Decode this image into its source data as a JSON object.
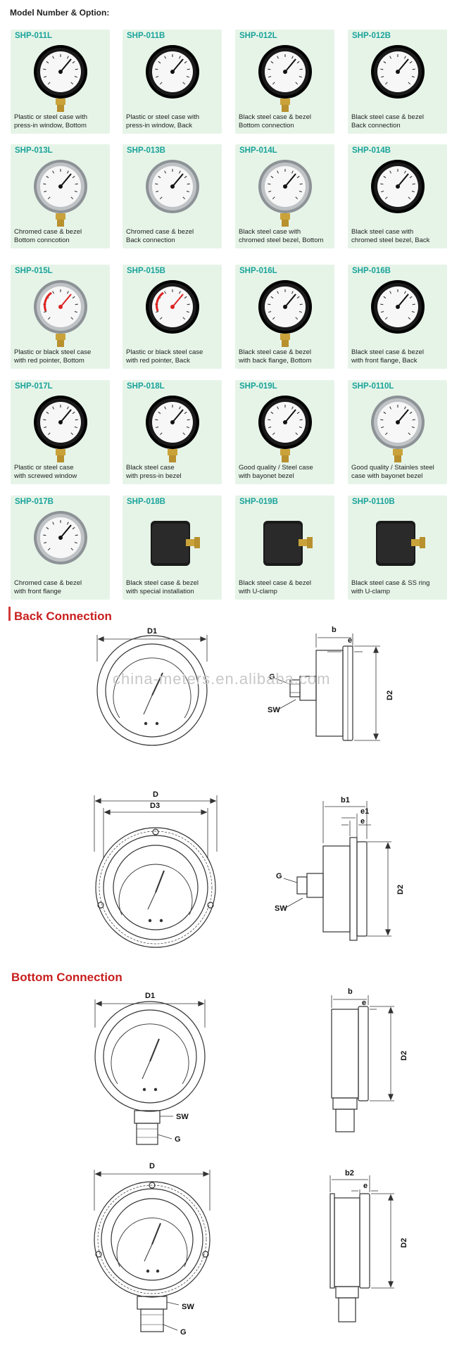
{
  "title": "Model Number & Option:",
  "products": [
    {
      "code": "SHP-011L",
      "line1": "Plastic or steel case with",
      "line2": "press-in window, Bottom",
      "case": "black",
      "mount": "bottom"
    },
    {
      "code": "SHP-011B",
      "line1": "Plastic or steel case with",
      "line2": "press-in window, Back",
      "case": "black",
      "mount": "back"
    },
    {
      "code": "SHP-012L",
      "line1": "Black steel case & bezel",
      "line2": "Bottom connection",
      "case": "black",
      "mount": "bottom"
    },
    {
      "code": "SHP-012B",
      "line1": "Black steel case & bezel",
      "line2": "Back connection",
      "case": "black",
      "mount": "back"
    },
    {
      "code": "SHP-013L",
      "line1": "Chromed case & bezel",
      "line2": "Bottom conncotion",
      "case": "chrome",
      "mount": "bottom"
    },
    {
      "code": "SHP-013B",
      "line1": "Chromed case & bezel",
      "line2": "Back connection",
      "case": "chrome",
      "mount": "back"
    },
    {
      "code": "SHP-014L",
      "line1": "Black steel case with",
      "line2": "chromed steel bezel, Bottom",
      "case": "chrome",
      "mount": "bottom"
    },
    {
      "code": "SHP-014B",
      "line1": "Black steel case with",
      "line2": "chromed steel bezel, Back",
      "case": "black",
      "mount": "back"
    },
    {
      "code": "SHP-015L",
      "line1": "Plastic or black steel case",
      "line2": "with red pointer, Bottom",
      "case": "chrome",
      "mount": "bottom",
      "red": true
    },
    {
      "code": "SHP-015B",
      "line1": "Plastic or black steel case",
      "line2": "with red pointer, Back",
      "case": "black",
      "mount": "back",
      "red": true
    },
    {
      "code": "SHP-016L",
      "line1": "Black steel case & bezel",
      "line2": "with back flange, Bottom",
      "case": "black",
      "mount": "bottom"
    },
    {
      "code": "SHP-016B",
      "line1": "Black steel case & bezel",
      "line2": "with front flange, Back",
      "case": "black",
      "mount": "back"
    },
    {
      "code": "SHP-017L",
      "line1": "Plastic or steel case",
      "line2": "with screwed window",
      "case": "black",
      "mount": "bottom"
    },
    {
      "code": "SHP-018L",
      "line1": "Black steel case",
      "line2": "with press-in bezel",
      "case": "black",
      "mount": "bottom"
    },
    {
      "code": "SHP-019L",
      "line1": "Good quality / Steel case",
      "line2": "with bayonet bezel",
      "case": "black",
      "mount": "bottom"
    },
    {
      "code": "SHP-0110L",
      "line1": "Good quality / Stainles steel",
      "line2": "case with bayonet bezel",
      "case": "chrome",
      "mount": "bottom"
    },
    {
      "code": "SHP-017B",
      "line1": "Chromed case & bezel",
      "line2": "with front flange",
      "case": "chrome",
      "mount": "back"
    },
    {
      "code": "SHP-018B",
      "line1": "Black steel case & bezel",
      "line2": "with special installation",
      "case": "black",
      "mount": "side"
    },
    {
      "code": "SHP-019B",
      "line1": "Black steel case & bezel",
      "line2": "with U-clamp",
      "case": "black",
      "mount": "side"
    },
    {
      "code": "SHP-0110B",
      "line1": "Black steel case & SS ring",
      "line2": "with U-clamp",
      "case": "black",
      "mount": "side"
    }
  ],
  "back_connection": {
    "heading": "Back Connection",
    "watermark": "china-meters.en.alibaba.com",
    "d1": "D1",
    "b": "b",
    "e": "e",
    "g": "G",
    "sw": "SW",
    "d2": "D2",
    "d": "D",
    "d3": "D3",
    "b1": "b1",
    "e1": "e1"
  },
  "bottom_connection": {
    "heading": "Bottom Connection",
    "d1": "D1",
    "b": "b",
    "e": "e",
    "d2": "D2",
    "sw": "SW",
    "g": "G",
    "d": "D",
    "b2": "b2"
  },
  "colors": {
    "card_bg": "#e6f4e8",
    "code": "#1aa39a",
    "heading": "#c81e1e"
  }
}
